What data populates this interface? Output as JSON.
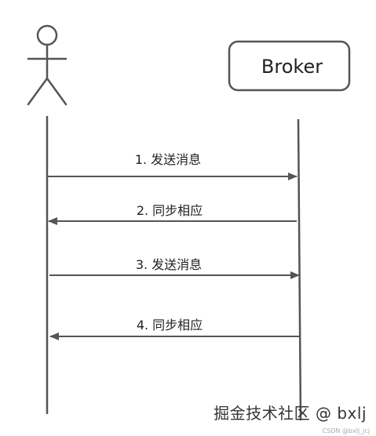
{
  "participants": {
    "client": {
      "icon": "stick-figure-icon"
    },
    "broker": {
      "label": "Broker"
    }
  },
  "messages": [
    {
      "label": "1. 发送消息",
      "direction": "right"
    },
    {
      "label": "2. 同步相应",
      "direction": "left"
    },
    {
      "label": "3. 发送消息",
      "direction": "right"
    },
    {
      "label": "4. 同步相应",
      "direction": "left"
    }
  ],
  "watermark": {
    "main": "掘金技术社区 @ bxlj",
    "small": "CSDN @bxlj_jcj"
  },
  "colors": {
    "line": "#555555",
    "text": "#222222"
  }
}
